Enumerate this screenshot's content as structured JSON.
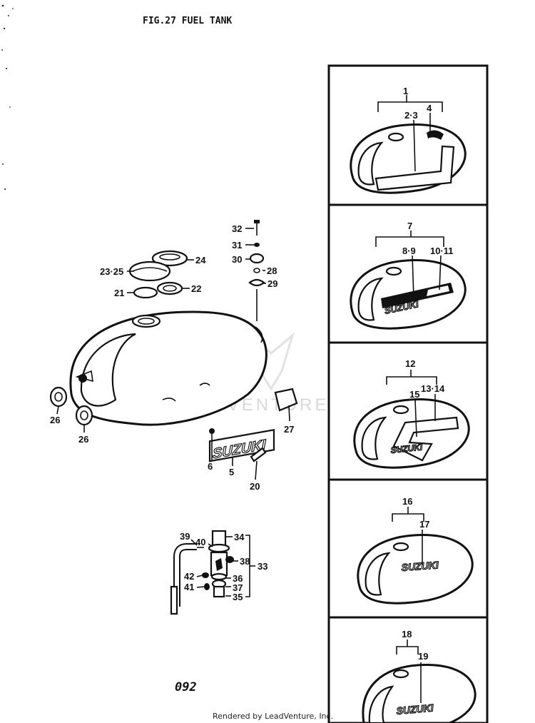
{
  "figure": {
    "title": "FIG.27  FUEL TANK",
    "page_number": "092",
    "credit": "Rendered by LeadVenture, Inc.",
    "watermark": "LEADVENTURE"
  },
  "emblem_text": "SUZUKI",
  "emblem_text_alt": "SUZUKI",
  "main_labels": {
    "l32": "32",
    "l31": "31",
    "l30": "30",
    "l28": "28",
    "l29": "29",
    "l24": "24",
    "l2325": "23·25",
    "l21": "21",
    "l22": "22",
    "l26a": "26",
    "l26b": "26",
    "l27": "27",
    "l6": "6",
    "l5": "5",
    "l20": "20",
    "l39": "39",
    "l40": "40",
    "l34": "34",
    "l38": "38",
    "l33": "33",
    "l42": "42",
    "l41": "41",
    "l36": "36",
    "l37": "37",
    "l35": "35"
  },
  "panels": [
    {
      "main": "1",
      "sub_a": "2·3",
      "sub_b": "4"
    },
    {
      "main": "7",
      "sub_a": "8·9",
      "sub_b": "10·11"
    },
    {
      "main": "12",
      "sub_a": "15",
      "sub_b": "13·14"
    },
    {
      "main": "16",
      "sub_a": "17"
    },
    {
      "main": "18",
      "sub_a": "19"
    }
  ]
}
